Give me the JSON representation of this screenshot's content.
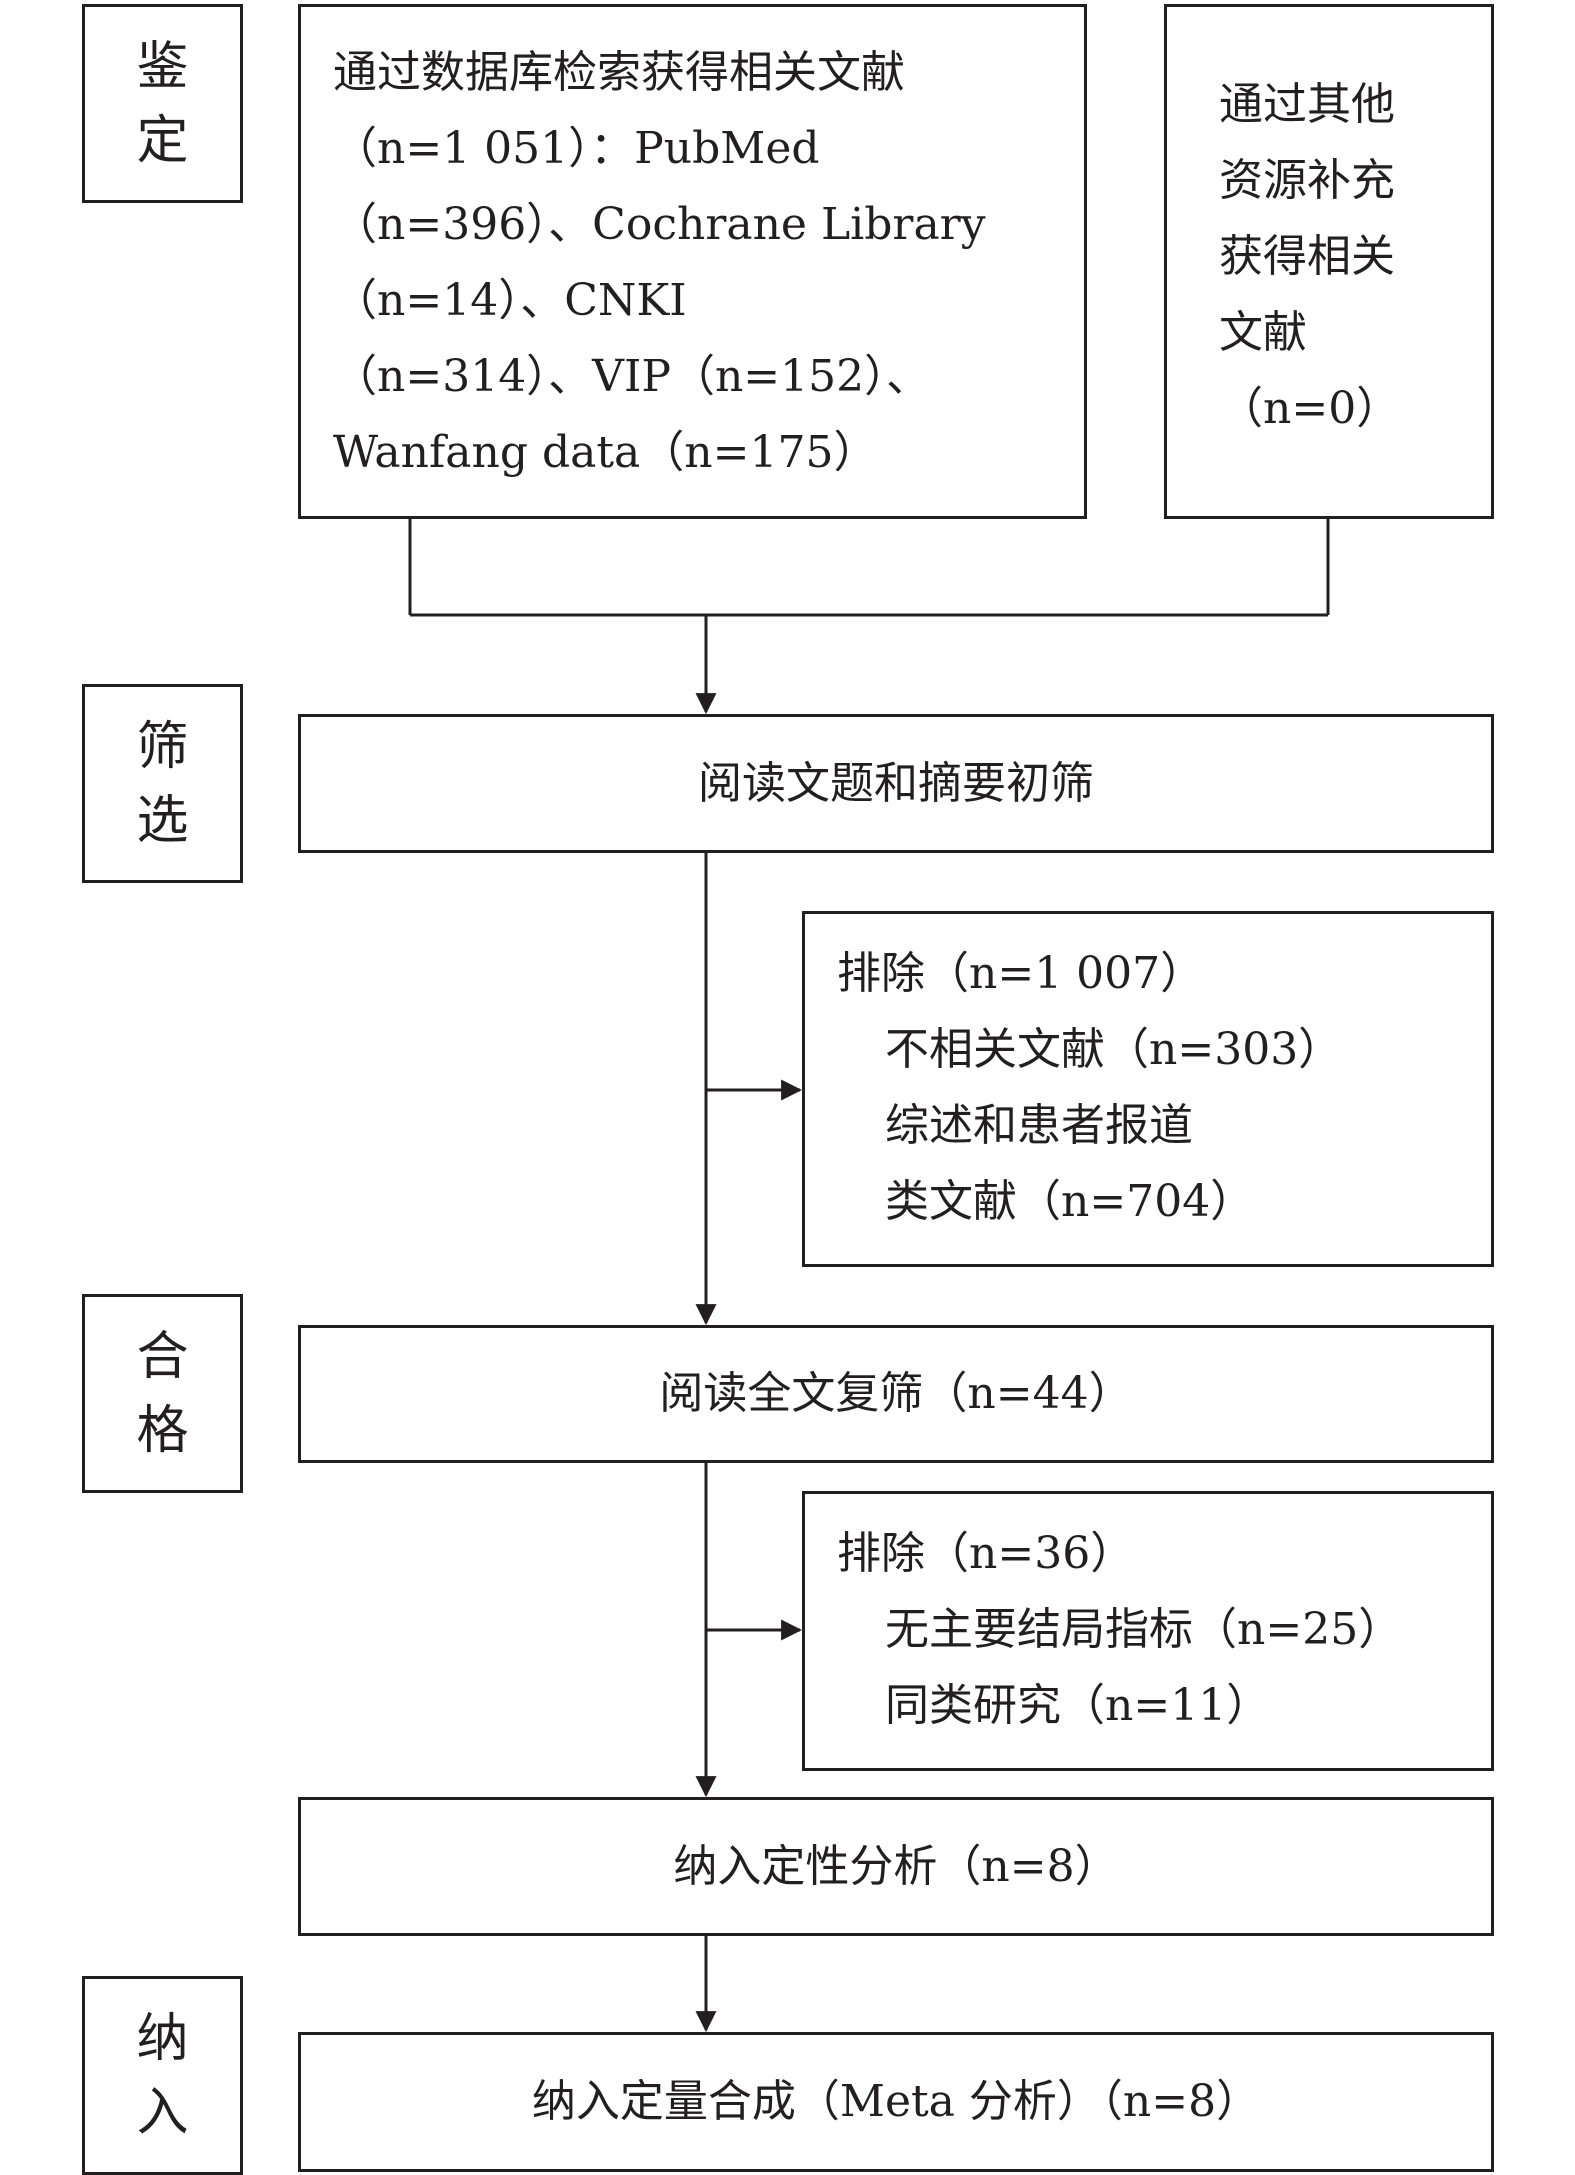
{
  "stages": {
    "identification": [
      "鉴",
      "定"
    ],
    "screening": [
      "筛",
      "选"
    ],
    "eligibility": [
      "合",
      "格"
    ],
    "included": [
      "纳",
      "入"
    ]
  },
  "identification": {
    "database_lines": [
      "通过数据库检索获得相关文献",
      "（n=1 051）：PubMed",
      "（n=396）、Cochrane Library",
      "（n=14）、CNKI",
      "（n=314）、VIP（n=152）、",
      "Wanfang data（n=175）"
    ],
    "other_lines": [
      "通过其他",
      "资源补充",
      "获得相关",
      "文献",
      "（n=0）"
    ]
  },
  "screening": {
    "title": "阅读文题和摘要初筛",
    "excluded": {
      "heading": "排除（n=1 007）",
      "items": [
        "不相关文献（n=303）",
        "综述和患者报道",
        "类文献（n=704）"
      ]
    }
  },
  "eligibility": {
    "title": "阅读全文复筛（n=44）",
    "excluded": {
      "heading": "排除（n=36）",
      "items": [
        "无主要结局指标（n=25）",
        "同类研究（n=11）"
      ]
    }
  },
  "included": {
    "qualitative": "纳入定性分析（n=8）",
    "quantitative": "纳入定量合成（Meta 分析）（n=8）"
  }
}
